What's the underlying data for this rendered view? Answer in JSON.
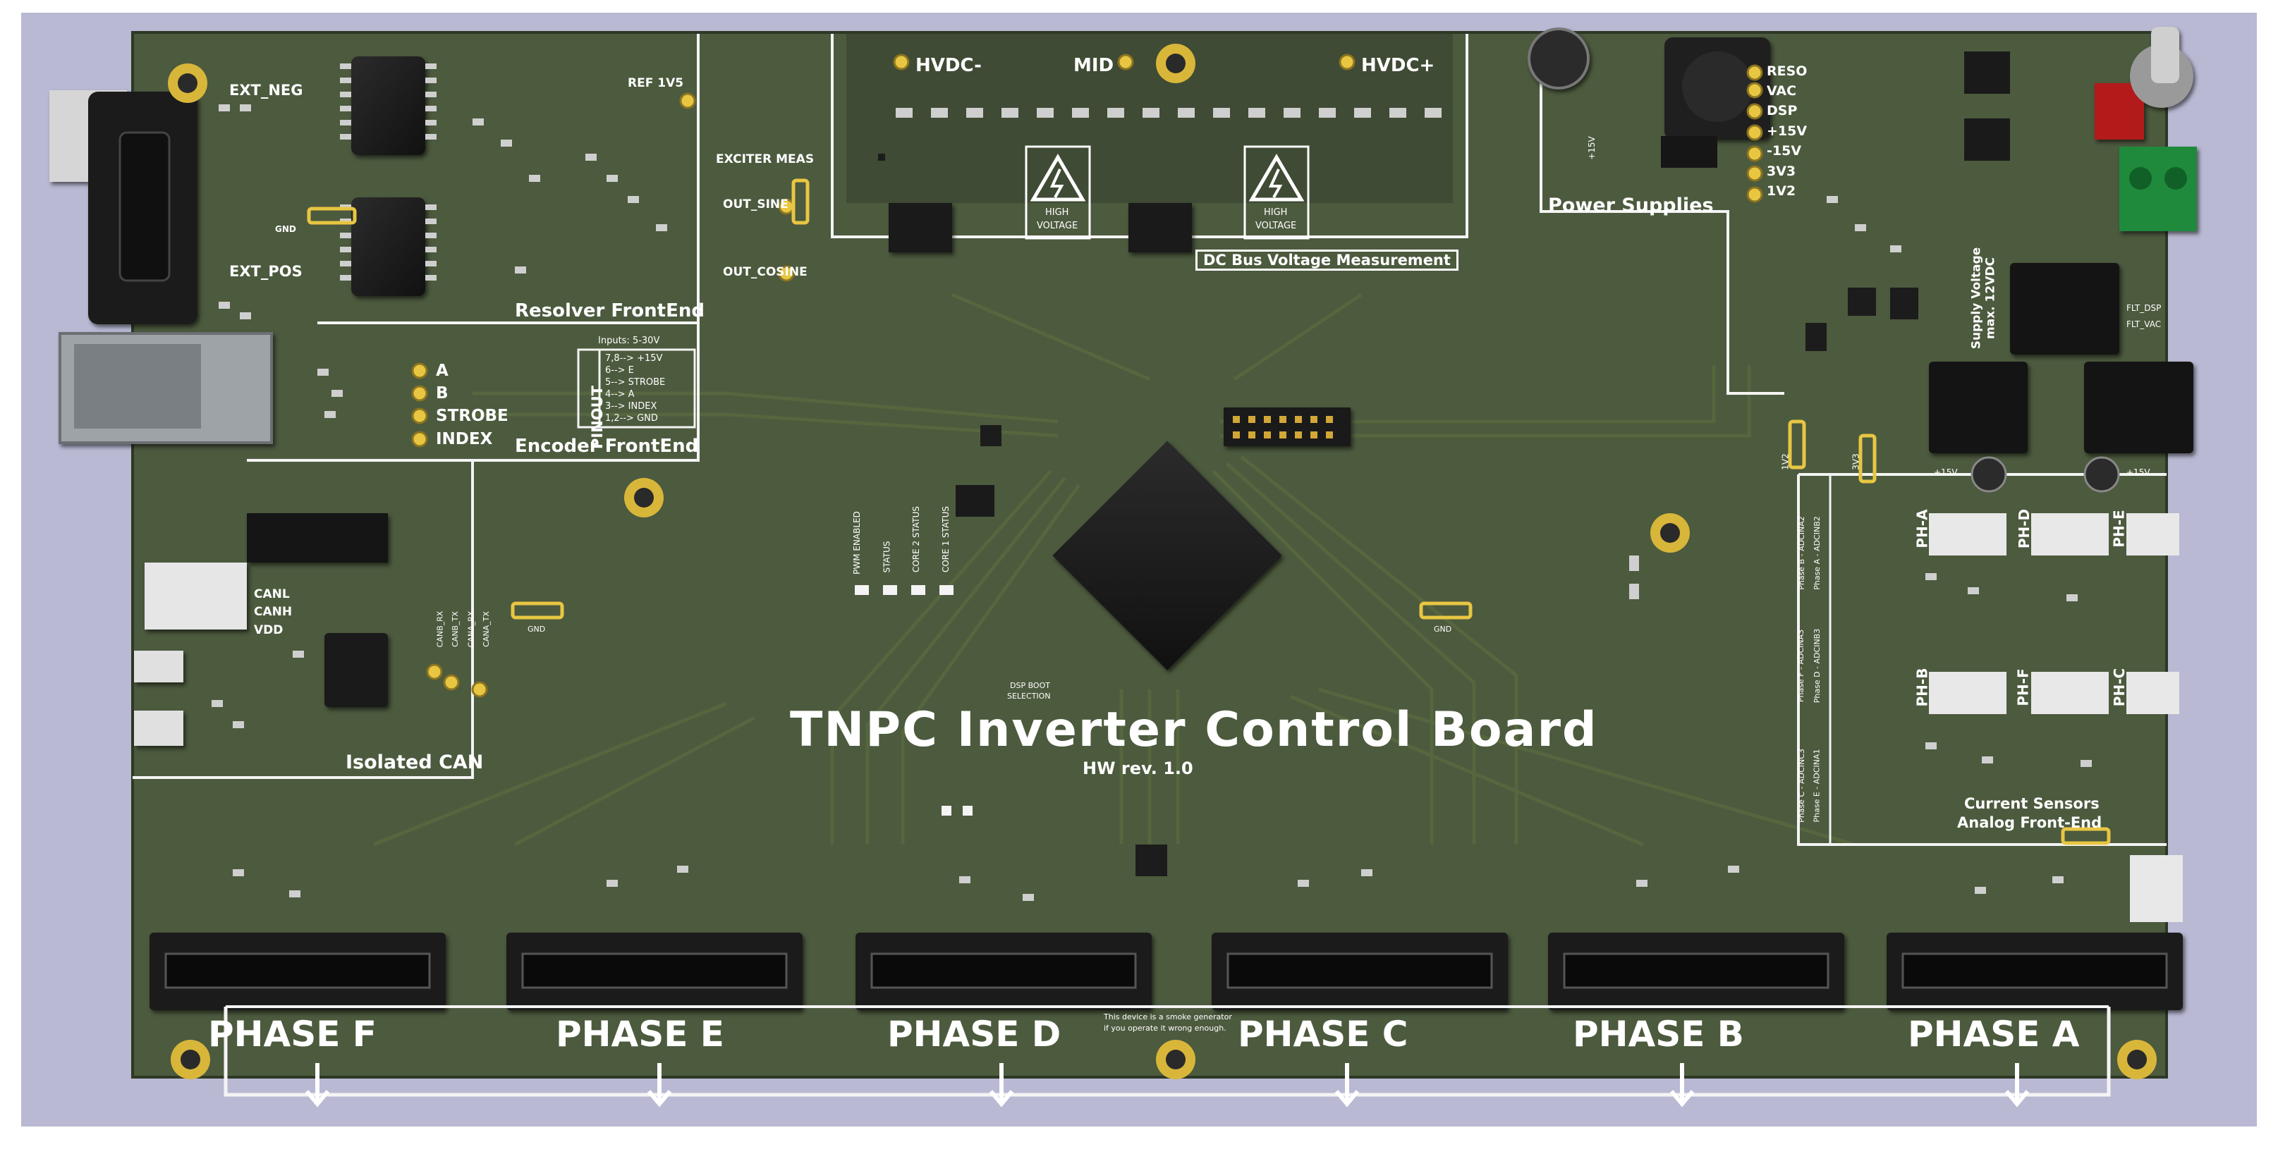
{
  "board": {
    "title": "TNPC Inverter Control Board",
    "revision": "HW rev. 1.0",
    "colors": {
      "substrate": "#4c5a3e",
      "substrate_dark": "#3d4a32",
      "silk": "#ffffff",
      "pad": "#d8b63a",
      "background": "#b9b9d4"
    }
  },
  "sections": {
    "resolver": "Resolver FrontEnd",
    "encoder": "Encoder FrontEnd",
    "can": "Isolated CAN",
    "dcbus": "DC Bus Voltage Measurement",
    "power": "Power Supplies",
    "current": "Current Sensors",
    "current_sub": "Analog Front-End"
  },
  "resolver_labels": {
    "ext_neg": "EXT_NEG",
    "ext_pos": "EXT_POS",
    "ref": "REF 1V5",
    "exciter": "EXCITER MEAS",
    "out_sine": "OUT_SINE",
    "out_cosine": "OUT_COSINE",
    "gnd": "GND"
  },
  "encoder_labels": {
    "inputs": "Inputs: 5-30V",
    "pinout": "PINOUT",
    "pins": [
      "7,8--> +15V",
      "6--> E",
      "5--> STROBE",
      "4--> A",
      "3--> INDEX",
      "1,2--> GND"
    ],
    "a": "A",
    "b": "B",
    "strobe": "STROBE",
    "index": "INDEX"
  },
  "can_labels": {
    "canl": "CANL",
    "canh": "CANH",
    "vdd": "VDD",
    "canb_rx": "CANB_RX",
    "canb_tx": "CANB_TX",
    "cana_rx": "CANA_RX",
    "cana_tx": "CANA_TX"
  },
  "dcbus_labels": {
    "hvdc_neg": "HVDC-",
    "mid": "MID",
    "hvdc_pos": "HVDC+",
    "warn_top": "HIGH",
    "warn_bottom": "VOLTAGE"
  },
  "power_labels": {
    "reso": "RESO",
    "vac": "VAC",
    "dsp": "DSP",
    "p15": "+15V",
    "m15": "-15V",
    "v33": "3V3",
    "v12": "1V2",
    "jp_12": "1V2",
    "jp_33": "3V3",
    "p15_left": "+15V",
    "p15_right": "+15V",
    "plus_15v": "+15V"
  },
  "supply_voltage": {
    "line1": "Supply Voltage",
    "line2": "max. 12VDC",
    "flt_dsp": "FLT_DSP",
    "flt_vac": "FLT_VAC"
  },
  "led_labels": [
    "PWM ENABLED",
    "STATUS",
    "CORE 2 STATUS",
    "CORE 1 STATUS"
  ],
  "misc": {
    "gnd_left": "GND",
    "gnd_right": "GND",
    "dsp_boot_1": "DSP BOOT",
    "dsp_boot_2": "SELECTION",
    "easter_1": "This device is a smoke generator",
    "easter_2": "if you operate it wrong enough."
  },
  "phase_sensors": [
    "PH-A",
    "PH-D",
    "PH-E",
    "PH-B",
    "PH-F",
    "PH-C"
  ],
  "adc_map": [
    "Phase B - ADCINA2",
    "Phase A - ADCINB2",
    "Phase F - ADCINA3",
    "Phase D - ADCINB3",
    "Phase C - ADCINC3",
    "Phase E - ADCINA1"
  ],
  "phases": [
    "PHASE F",
    "PHASE E",
    "PHASE D",
    "PHASE C",
    "PHASE B",
    "PHASE A"
  ]
}
